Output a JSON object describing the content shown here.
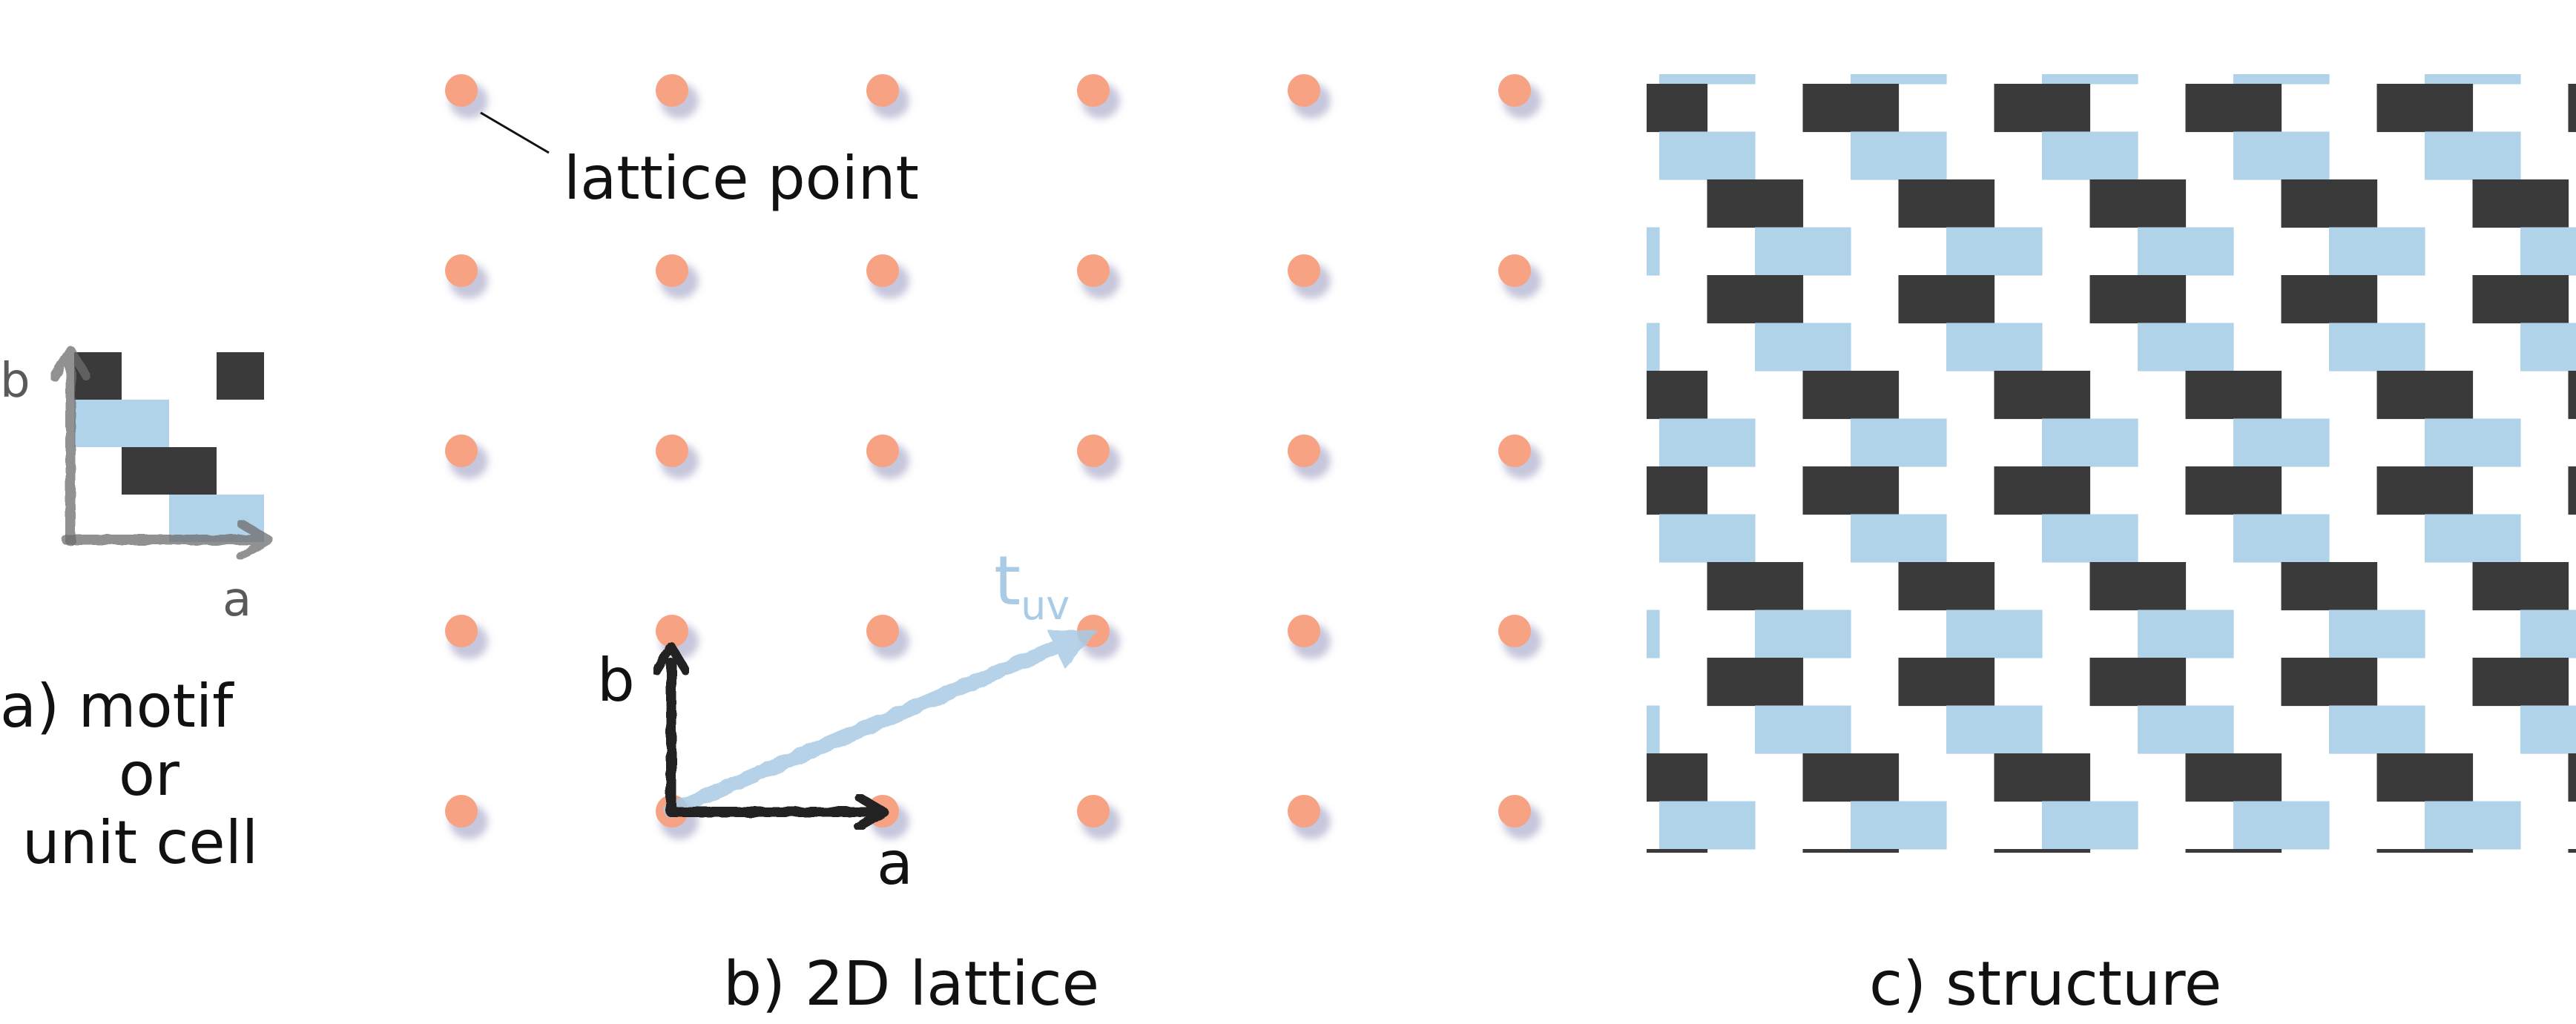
{
  "colors": {
    "dark": "#3a3a3a",
    "light_blue": "#b1d3ea",
    "lattice_point": "#f6a283",
    "point_shadow": "#c6c6dc",
    "arrow_dark": "#222222",
    "arrow_gray": "#6d6d6d",
    "tuv_blue": "#a9cbe6",
    "text": "#111111"
  },
  "panel_a": {
    "caption_line1": "a) motif",
    "caption_line2": "or",
    "caption_line3": "unit cell",
    "axis_a_label": "a",
    "axis_b_label": "b"
  },
  "panel_b": {
    "caption": "b) 2D lattice",
    "lattice_point_label": "lattice point",
    "axis_a_label": "a",
    "axis_b_label": "b",
    "vector_label_main": "t",
    "vector_label_sub": "uv",
    "lattice_columns": 6,
    "lattice_rows": 5
  },
  "panel_c": {
    "caption": "c) structure"
  },
  "motif": {
    "grid_cols": 4,
    "grid_rows": 4,
    "tiles": [
      {
        "col": 0,
        "row": 0,
        "color": "dark"
      },
      {
        "col": 3,
        "row": 0,
        "color": "dark"
      },
      {
        "col": 0,
        "row": 1,
        "color": "light"
      },
      {
        "col": 1,
        "row": 1,
        "color": "light"
      },
      {
        "col": 1,
        "row": 2,
        "color": "dark"
      },
      {
        "col": 2,
        "row": 2,
        "color": "dark"
      },
      {
        "col": 2,
        "row": 3,
        "color": "light"
      },
      {
        "col": 3,
        "row": 3,
        "color": "light"
      }
    ]
  }
}
